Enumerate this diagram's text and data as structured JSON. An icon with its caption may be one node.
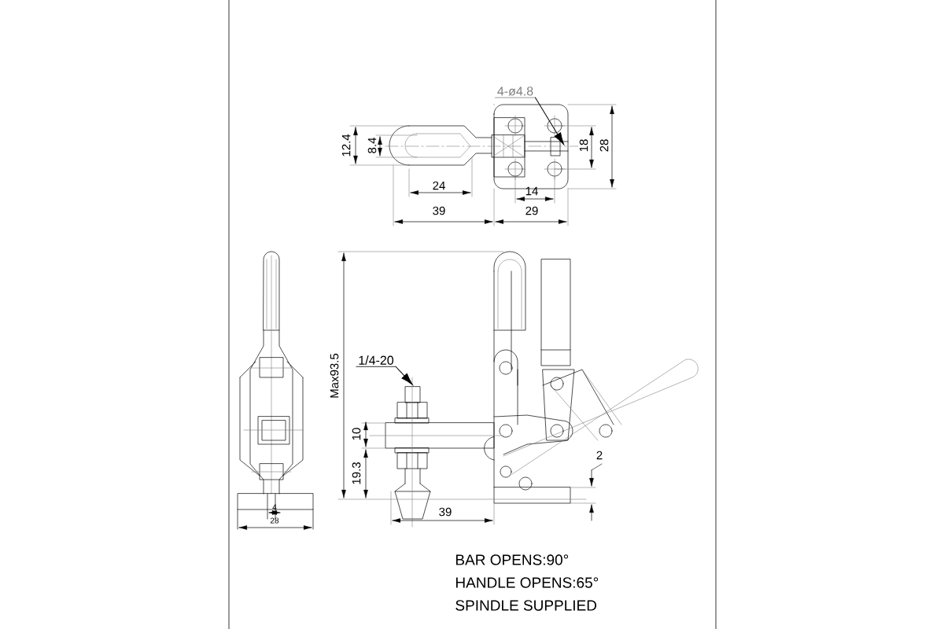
{
  "diagram": {
    "nodes": [
      {
        "text": [
          "4-ø4.8"
        ]
      },
      {
        "text": [
          "1/4-20"
        ]
      }
    ],
    "edges": [
      {
        "from": 0,
        "to": null,
        "arrow": "to"
      },
      {
        "from": 1,
        "to": null,
        "arrow": "to"
      }
    ],
    "labels": [
      "12.4",
      "8.4",
      "24",
      "39",
      "14",
      "29",
      "18",
      "28",
      "Max93.5",
      "10",
      "19.3",
      "39",
      "2",
      "4",
      "28",
      "BAR OPENS:90°",
      "HANDLE OPENS:65°",
      "SPINDLE SUPPLIED"
    ]
  }
}
